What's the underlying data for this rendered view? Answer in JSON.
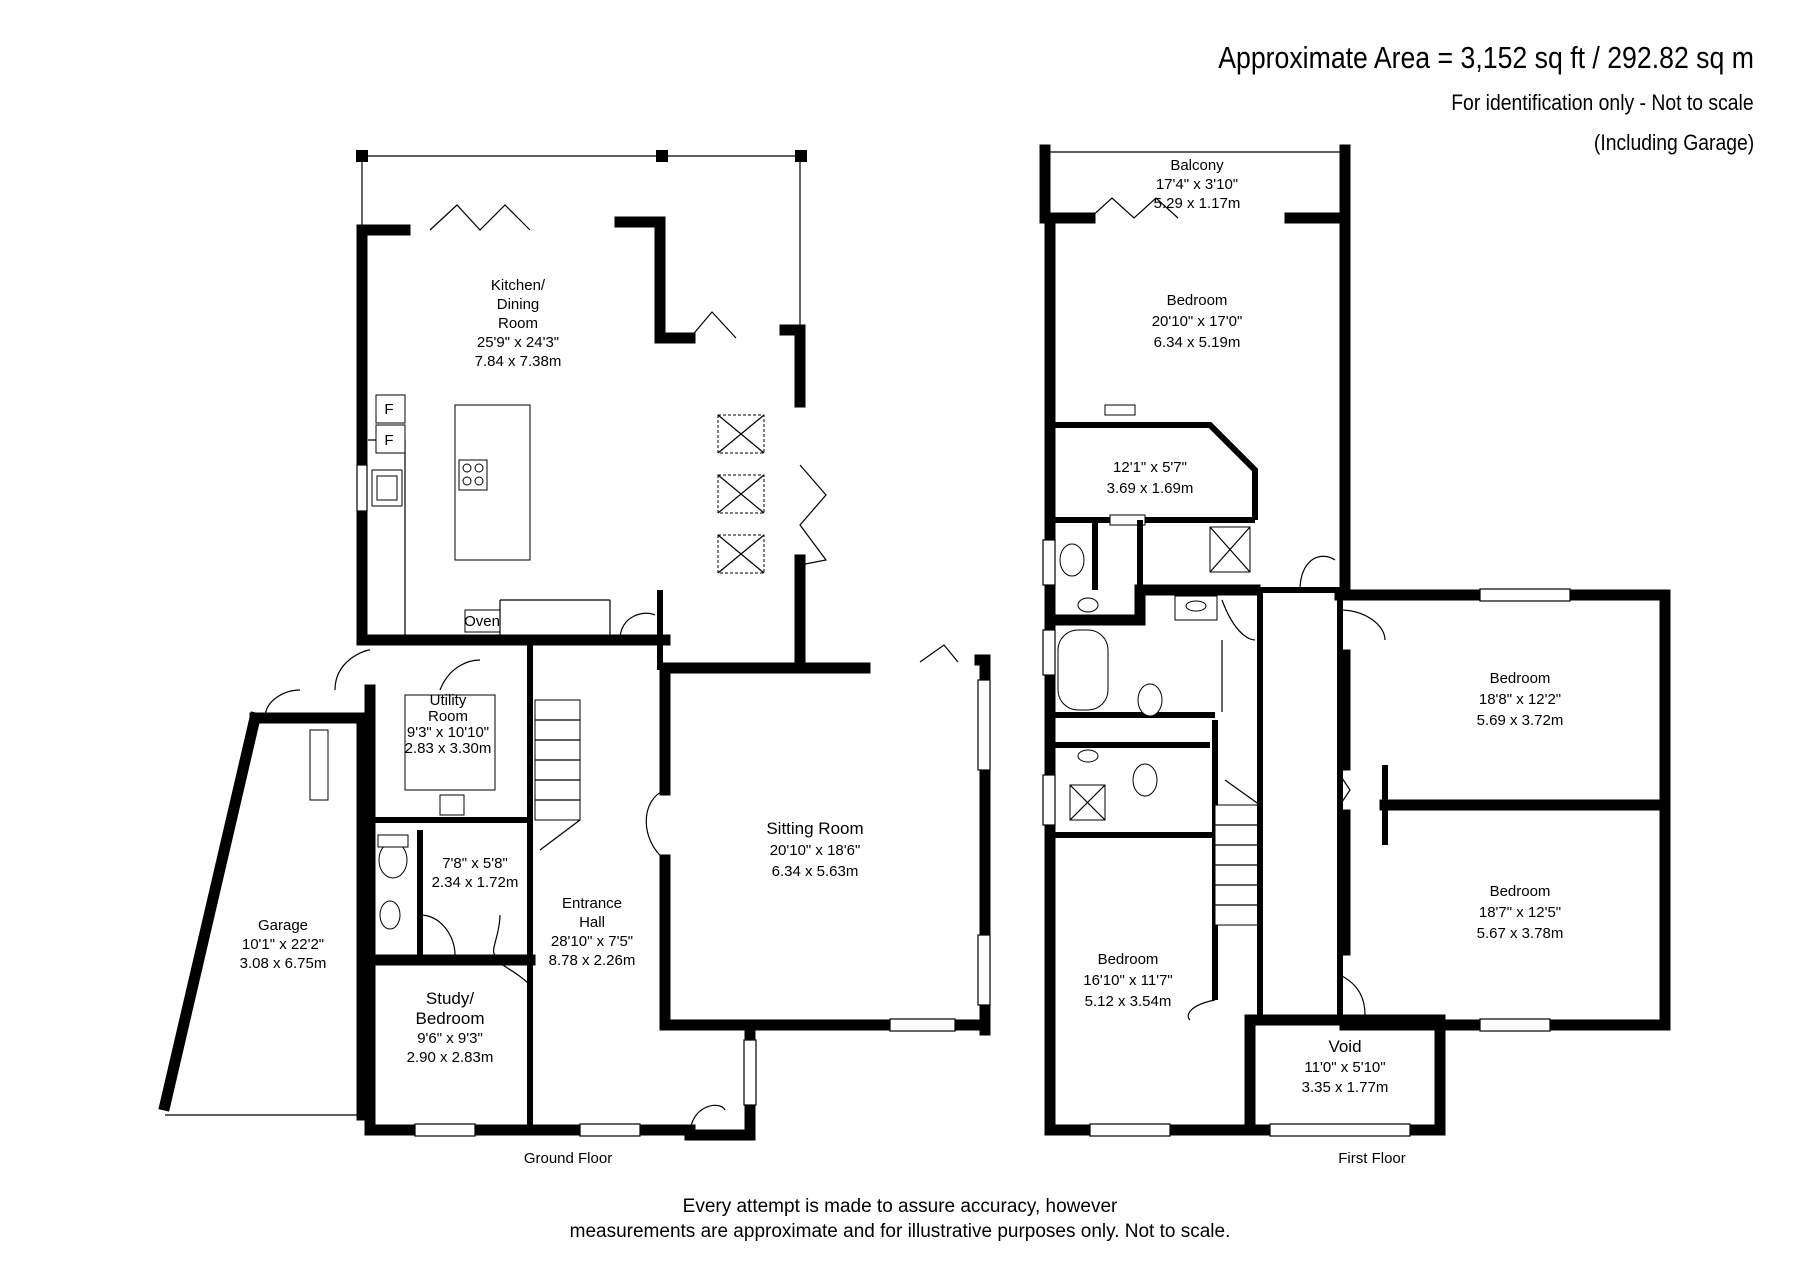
{
  "header": {
    "area": "Approximate Area = 3,152 sq ft / 292.82 sq m",
    "identification": "For identification only - Not to scale",
    "including": "(Including Garage)"
  },
  "floors": {
    "ground": {
      "label": "Ground Floor",
      "rooms": {
        "kitchen": {
          "name_lines": [
            "Kitchen/",
            "Dining",
            "Room"
          ],
          "imperial": "25'9\" x 24'3\"",
          "metric": "7.84 x 7.38m"
        },
        "sitting": {
          "name_lines": [
            "Sitting Room"
          ],
          "imperial": "20'10\" x 18'6\"",
          "metric": "6.34 x 5.63m"
        },
        "utility": {
          "name_lines": [
            "Utility",
            "Room"
          ],
          "imperial": "9'3\" x 10'10\"",
          "metric": "2.83 x 3.30m"
        },
        "wc": {
          "name_lines": [],
          "imperial": "7'8\" x 5'8\"",
          "metric": "2.34 x 1.72m"
        },
        "hall": {
          "name_lines": [
            "Entrance",
            "Hall"
          ],
          "imperial": "28'10\" x 7'5\"",
          "metric": "8.78 x 2.26m"
        },
        "garage": {
          "name_lines": [
            "Garage"
          ],
          "imperial": "10'1\" x 22'2\"",
          "metric": "3.08 x 6.75m"
        },
        "study": {
          "name_lines": [
            "Study/",
            "Bedroom"
          ],
          "imperial": "9'6\" x 9'3\"",
          "metric": "2.90 x 2.83m"
        }
      },
      "fixtures": {
        "fridge1": "F",
        "fridge2": "F",
        "oven": "Oven"
      }
    },
    "first": {
      "label": "First Floor",
      "rooms": {
        "balcony": {
          "name_lines": [
            "Balcony"
          ],
          "imperial": "17'4\" x 3'10\"",
          "metric": "5.29 x 1.17m"
        },
        "bed1": {
          "name_lines": [
            "Bedroom"
          ],
          "imperial": "20'10\" x 17'0\"",
          "metric": "6.34 x 5.19m"
        },
        "dressing": {
          "name_lines": [],
          "imperial": "12'1\" x 5'7\"",
          "metric": "3.69 x 1.69m"
        },
        "bed2": {
          "name_lines": [
            "Bedroom"
          ],
          "imperial": "18'8\" x 12'2\"",
          "metric": "5.69 x 3.72m"
        },
        "bed3": {
          "name_lines": [
            "Bedroom"
          ],
          "imperial": "18'7\" x 12'5\"",
          "metric": "5.67 x 3.78m"
        },
        "bed4": {
          "name_lines": [
            "Bedroom"
          ],
          "imperial": "16'10\" x 11'7\"",
          "metric": "5.12 x 3.54m"
        },
        "void": {
          "name_lines": [
            "Void"
          ],
          "imperial": "11'0\" x 5'10\"",
          "metric": "3.35 x 1.77m"
        }
      }
    }
  },
  "footer": {
    "line1": "Every attempt is made to assure accuracy, however",
    "line2": "measurements are approximate and for illustrative purposes only. Not to scale."
  }
}
